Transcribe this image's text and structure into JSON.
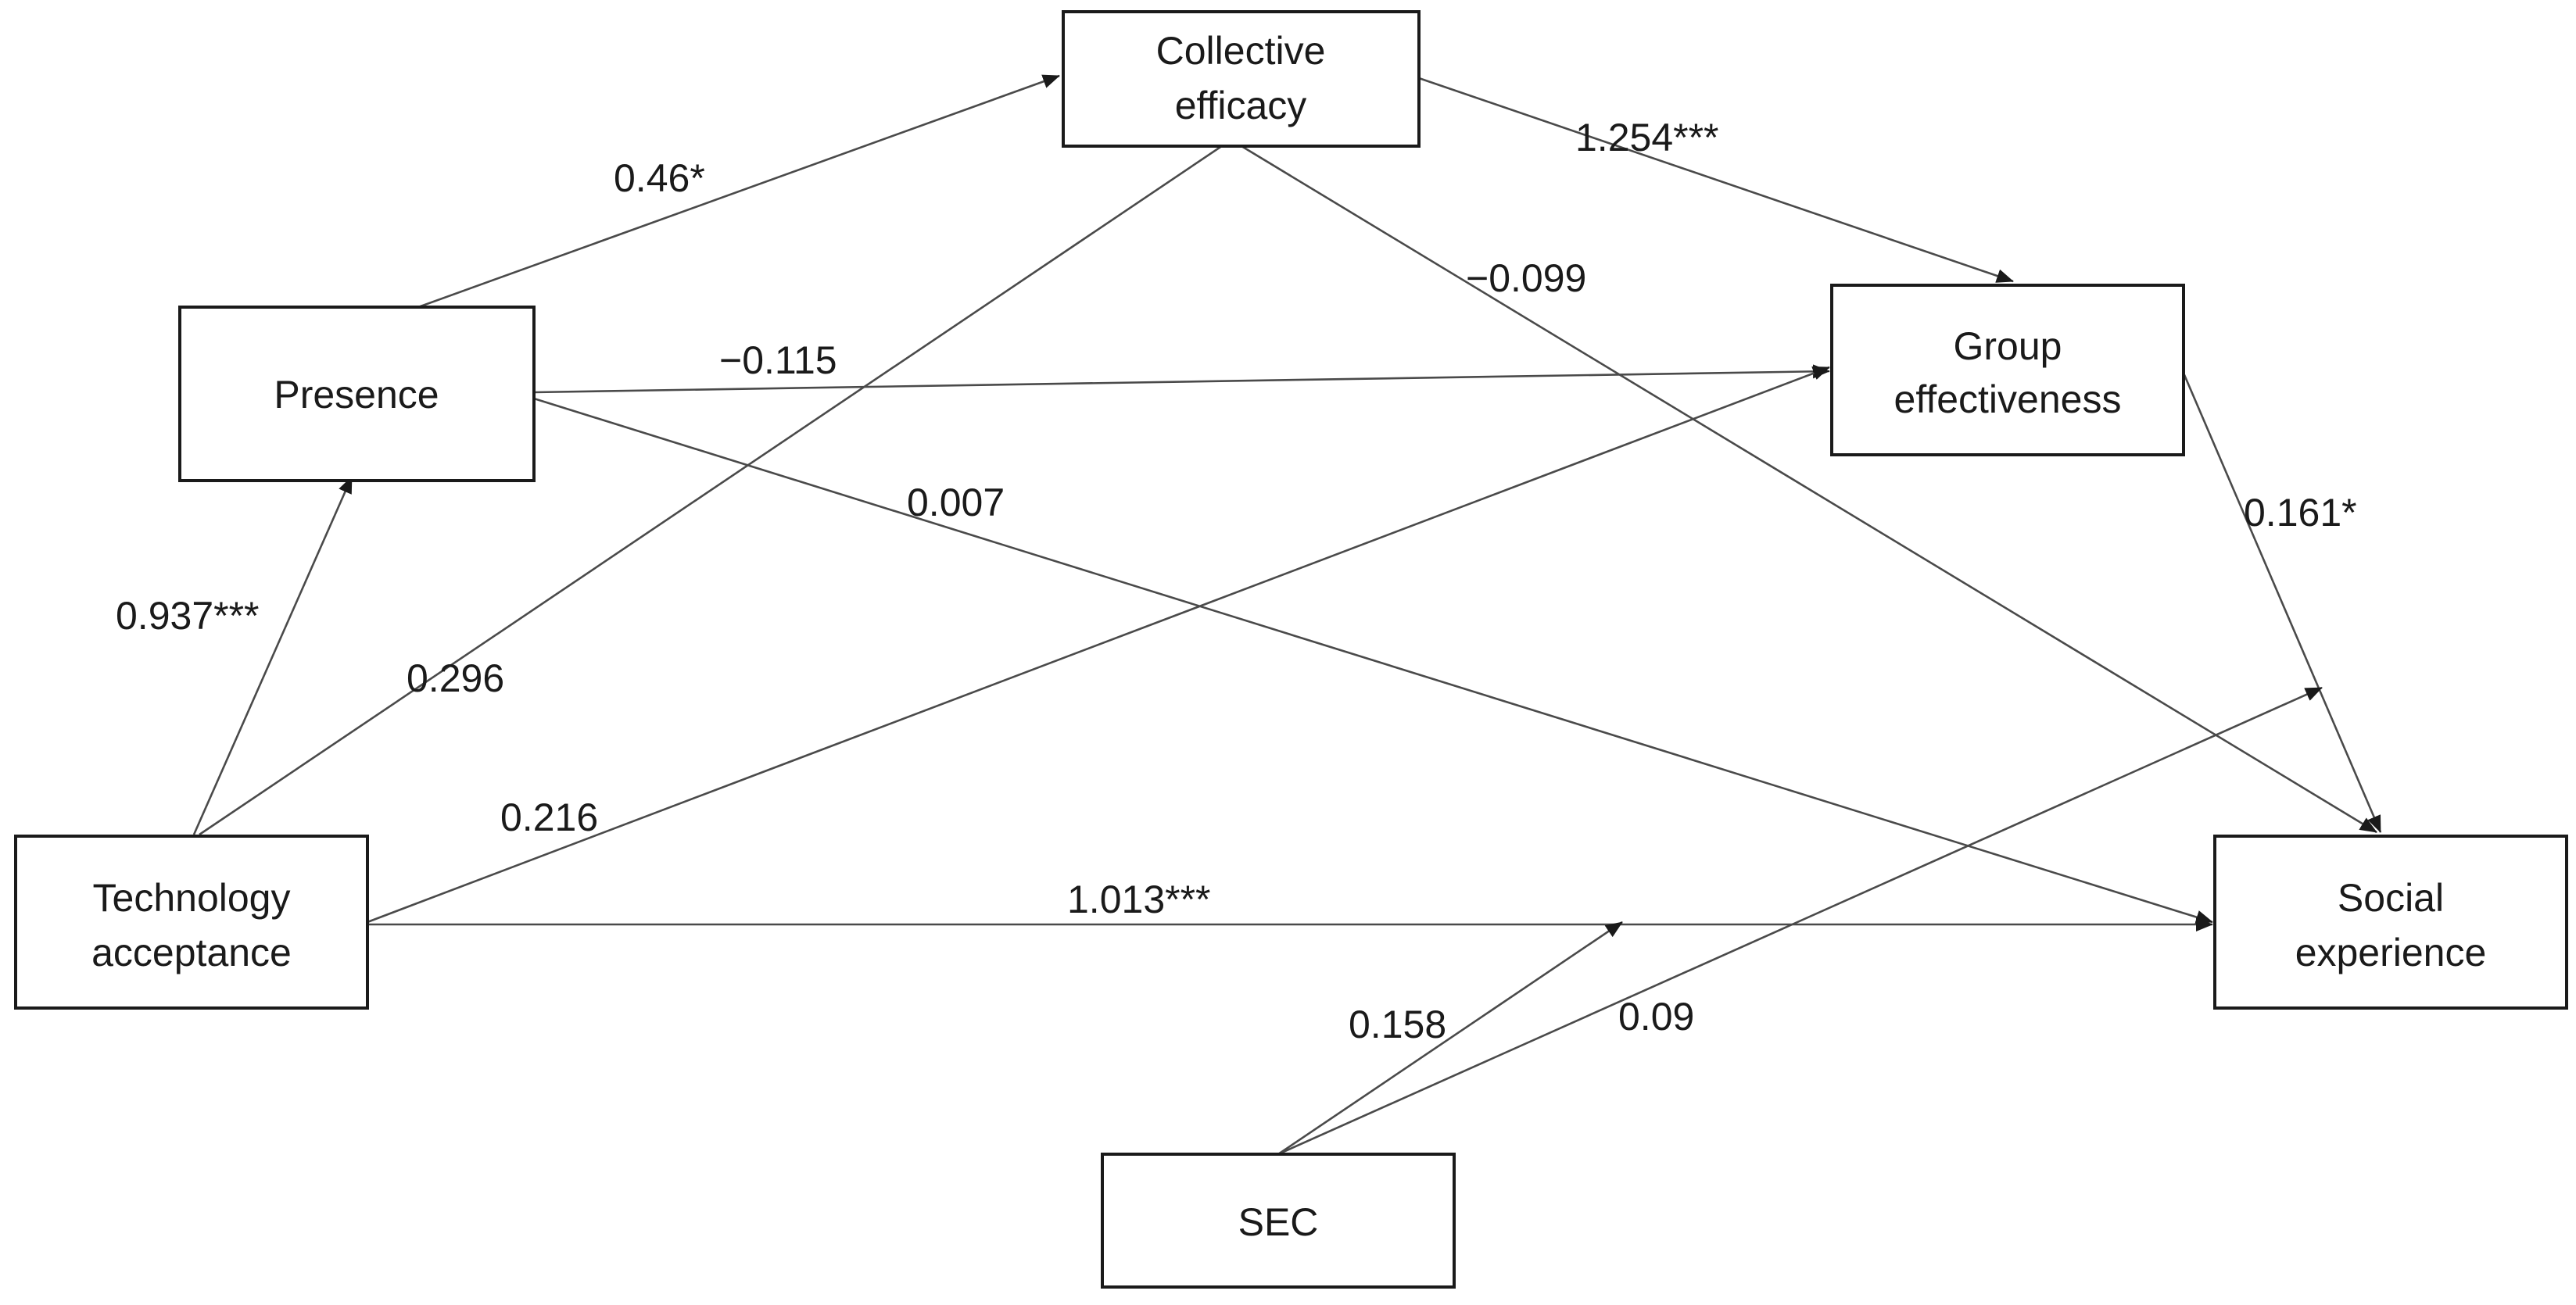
{
  "nodes": {
    "collective_efficacy": {
      "line1": "Collective",
      "line2": "efficacy"
    },
    "presence": {
      "line1": "Presence"
    },
    "group_effectiveness": {
      "line1": "Group",
      "line2": "effectiveness"
    },
    "technology_acceptance": {
      "line1": "Technology",
      "line2": "acceptance"
    },
    "social_experience": {
      "line1": "Social",
      "line2": "experience"
    },
    "sec": {
      "line1": "SEC"
    }
  },
  "edges": {
    "presence_to_collective": "0.46*",
    "collective_to_group": "1.254***",
    "collective_to_social": "−0.099",
    "presence_to_group": "−0.115",
    "presence_to_social": "0.007",
    "group_to_social": "0.161*",
    "tech_to_presence": "0.937***",
    "tech_to_collective": "0.296",
    "tech_to_group": "0.216",
    "tech_to_social": "1.013***",
    "sec_to_tech_social_path": "0.158",
    "sec_to_group_social_path": "0.09"
  }
}
